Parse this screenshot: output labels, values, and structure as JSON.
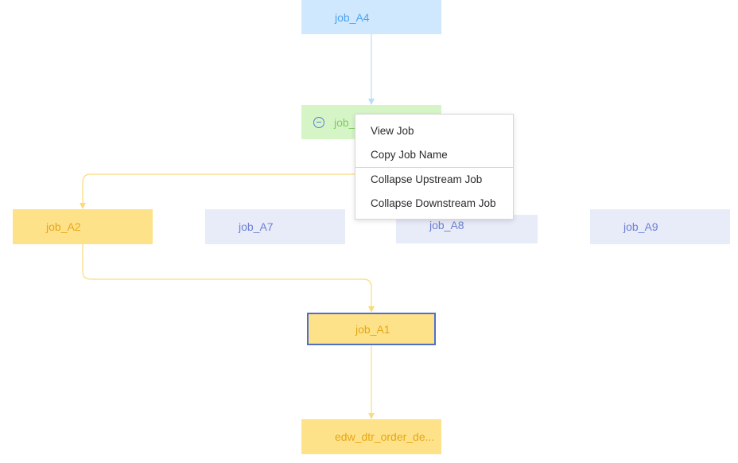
{
  "nodes": {
    "job_a4": {
      "label": "job_A4"
    },
    "job_a3": {
      "label": "job_"
    },
    "job_a2": {
      "label": "job_A2"
    },
    "job_a7": {
      "label": "job_A7"
    },
    "job_a8": {
      "label": "job_A8"
    },
    "job_a9": {
      "label": "job_A9"
    },
    "job_a1": {
      "label": "job_A1"
    },
    "edw": {
      "label": "edw_dtr_order_de..."
    }
  },
  "context_menu": {
    "items": [
      {
        "label": "View Job"
      },
      {
        "label": "Copy Job Name"
      },
      {
        "label": "Collapse Upstream Job"
      },
      {
        "label": "Collapse Downstream Job"
      }
    ]
  },
  "icons": {
    "collapse": "minus-circle-icon"
  },
  "colors": {
    "edge_blue": "#b9dcfb",
    "edge_yellow": "#f9dc7e",
    "selected_border": "#4f6fc9"
  }
}
